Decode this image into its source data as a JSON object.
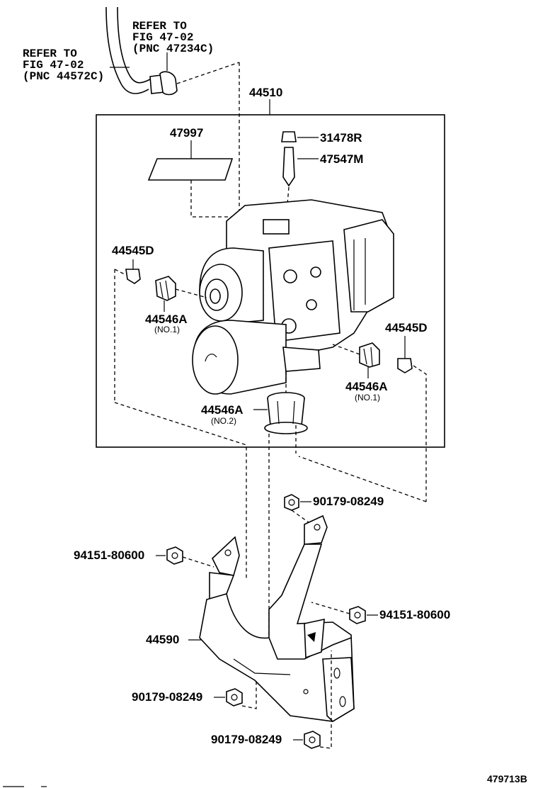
{
  "references": [
    {
      "lines": [
        "REFER TO",
        "FIG 47-02",
        "(PNC 47234C)"
      ]
    },
    {
      "lines": [
        "REFER TO",
        "FIG 47-02",
        "(PNC 44572C)"
      ]
    }
  ],
  "labels": {
    "assy": "44510",
    "p47997": "47997",
    "p31478R": "31478R",
    "p47547M": "47547M",
    "p44545D_left": "44545D",
    "p44546A_left": "44546A",
    "p44546A_left_sub": "(NO.1)",
    "p44545D_right": "44545D",
    "p44546A_right": "44546A",
    "p44546A_right_sub": "(NO.1)",
    "p44546A_bottom": "44546A",
    "p44546A_bottom_sub": "(NO.2)",
    "p90179_top": "90179-08249",
    "p94151_left": "94151-80600",
    "p94151_right": "94151-80600",
    "p44590": "44590",
    "p90179_mid": "90179-08249",
    "p90179_bottom": "90179-08249",
    "diagram_code": "479713B"
  }
}
